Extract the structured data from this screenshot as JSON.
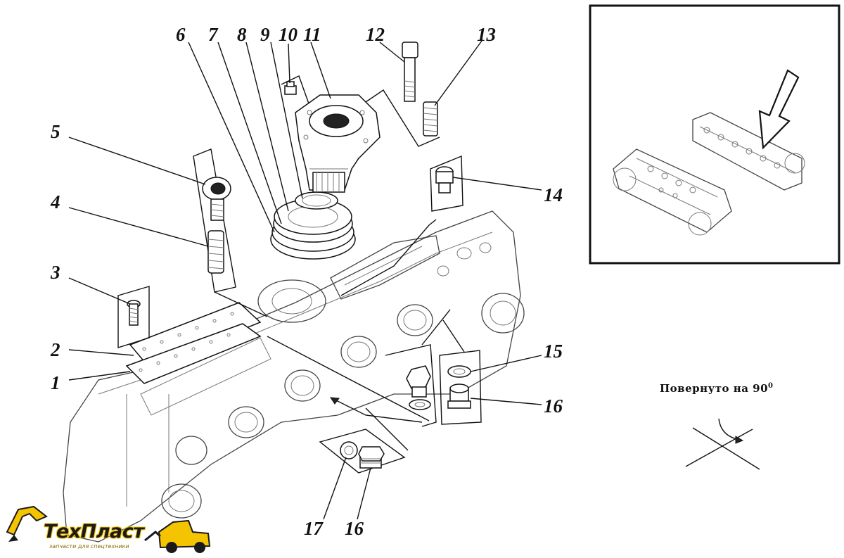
{
  "diagram": {
    "callouts": [
      "1",
      "2",
      "3",
      "4",
      "5",
      "6",
      "7",
      "8",
      "9",
      "10",
      "11",
      "12",
      "13",
      "14",
      "15",
      "16",
      "16",
      "17"
    ],
    "rotation_note": "Повернуто на 90",
    "rotation_degree_sup": "0"
  },
  "logo": {
    "name": "ТехПласт",
    "tagline": "запчасти для спецтехники",
    "colors": {
      "yellow": "#f5c400",
      "black": "#1a1a1a"
    }
  },
  "inset": {
    "icon": "arrow-pointing-down-icon",
    "border_color": "#111111"
  }
}
